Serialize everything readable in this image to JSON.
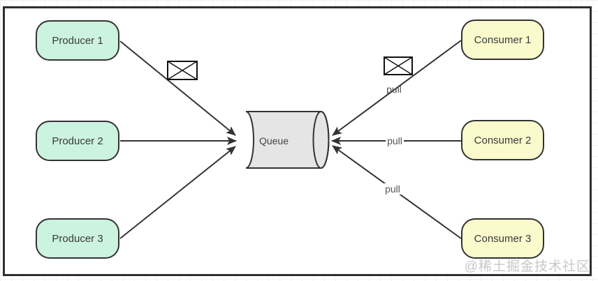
{
  "diagram": {
    "nodes": {
      "producers": [
        {
          "label": "Producer 1"
        },
        {
          "label": "Producer 2"
        },
        {
          "label": "Producer 3"
        }
      ],
      "queue": {
        "label": "Queue"
      },
      "consumers": [
        {
          "label": "Consumer 1"
        },
        {
          "label": "Consumer 2"
        },
        {
          "label": "Consumer 3"
        }
      ]
    },
    "edges": {
      "producer_to_queue": {
        "icon": "envelope-message-icon"
      },
      "consumer_to_queue": {
        "icon": "envelope-message-icon",
        "labels": [
          "pull",
          "pull",
          "pull"
        ]
      }
    },
    "watermark": "@稀土掘金技术社区",
    "colors": {
      "producer_fill": "#ccf3df",
      "consumer_fill": "#fafacd",
      "queue_fill": "#e5e5e5",
      "stroke": "#333333",
      "pull_text_color": "#555555",
      "watermark_color": "#c7c7c7"
    }
  }
}
